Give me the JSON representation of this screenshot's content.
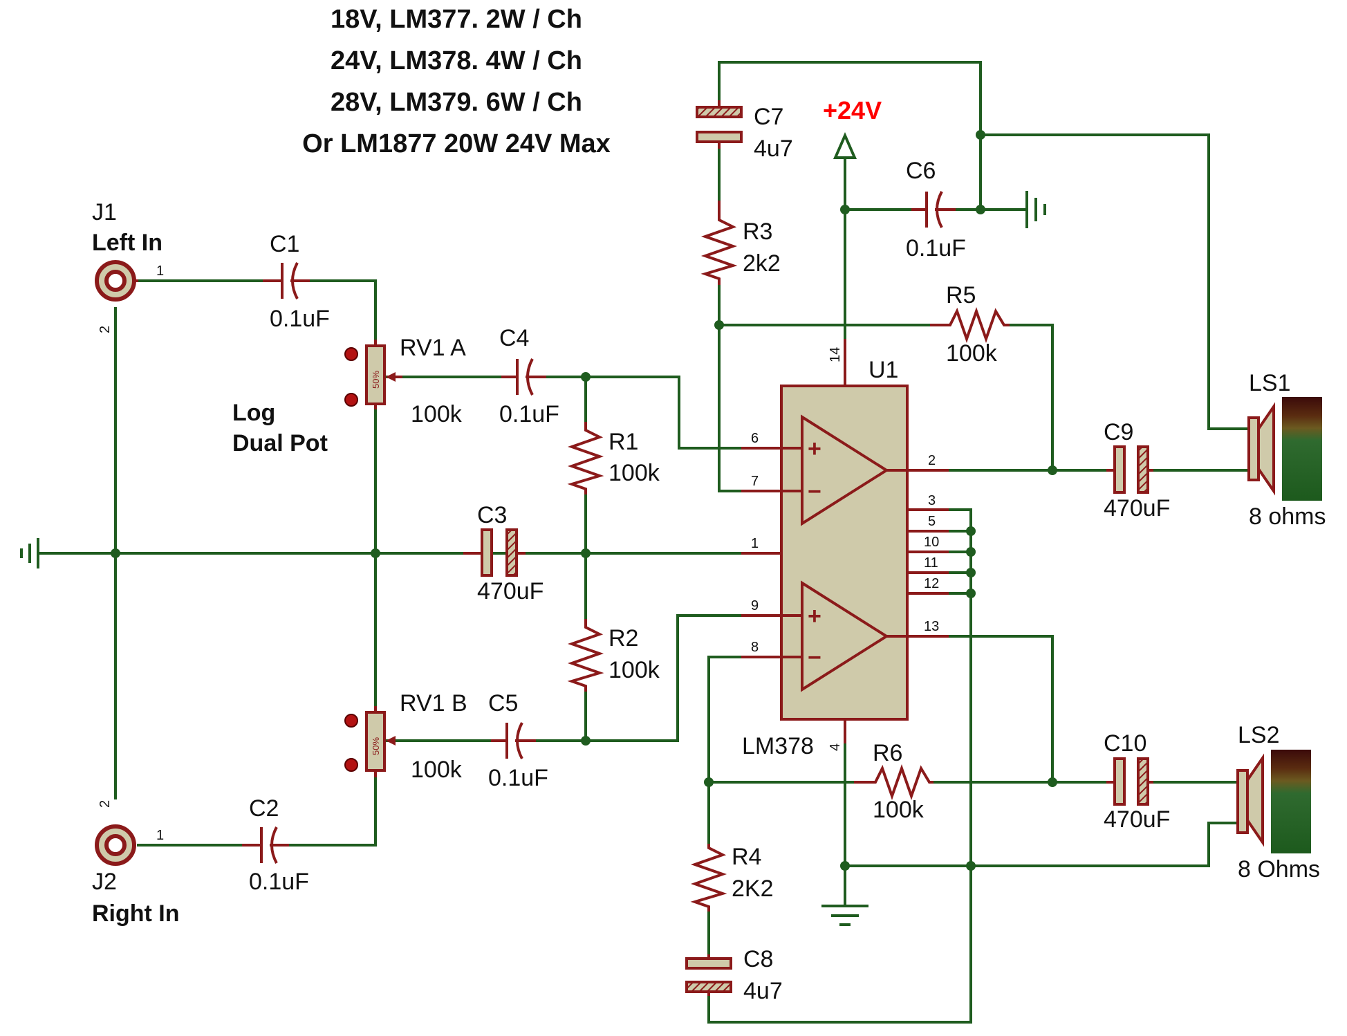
{
  "notes": [
    "18V, LM377. 2W / Ch",
    "24V, LM378. 4W / Ch",
    "28V, LM379. 6W / Ch",
    "Or LM1877 20W 24V Max"
  ],
  "power_label": "+24V",
  "pot_note": [
    "Log",
    "Dual Pot"
  ],
  "colors": {
    "wire": "#1f5c1f",
    "component": "#8b1a1a",
    "fill": "#cfcaaa",
    "power": "#ff0000"
  },
  "components": {
    "J1": {
      "ref": "J1",
      "desc": "Left In"
    },
    "J2": {
      "ref": "J2",
      "desc": "Right In"
    },
    "C1": {
      "ref": "C1",
      "value": "0.1uF"
    },
    "C2": {
      "ref": "C2",
      "value": "0.1uF"
    },
    "C3": {
      "ref": "C3",
      "value": "470uF"
    },
    "C4": {
      "ref": "C4",
      "value": "0.1uF"
    },
    "C5": {
      "ref": "C5",
      "value": "0.1uF"
    },
    "C6": {
      "ref": "C6",
      "value": "0.1uF"
    },
    "C7": {
      "ref": "C7",
      "value": "4u7"
    },
    "C8": {
      "ref": "C8",
      "value": "4u7"
    },
    "C9": {
      "ref": "C9",
      "value": "470uF"
    },
    "C10": {
      "ref": "C10",
      "value": "470uF"
    },
    "R1": {
      "ref": "R1",
      "value": "100k"
    },
    "R2": {
      "ref": "R2",
      "value": "100k"
    },
    "R3": {
      "ref": "R3",
      "value": "2k2"
    },
    "R4": {
      "ref": "R4",
      "value": "2K2"
    },
    "R5": {
      "ref": "R5",
      "value": "100k"
    },
    "R6": {
      "ref": "R6",
      "value": "100k"
    },
    "RV1A": {
      "ref": "RV1 A",
      "value": "100k",
      "wiper": "50%"
    },
    "RV1B": {
      "ref": "RV1 B",
      "value": "100k",
      "wiper": "50%"
    },
    "U1": {
      "ref": "U1",
      "value": "LM378"
    },
    "LS1": {
      "ref": "LS1",
      "value": "8 ohms"
    },
    "LS2": {
      "ref": "LS2",
      "value": "8 Ohms"
    }
  },
  "pins": {
    "j1_p1": "1",
    "j1_p2": "2",
    "j2_p1": "1",
    "j2_p2": "2",
    "u_p14": "14",
    "u_p6": "6",
    "u_p7": "7",
    "u_p1": "1",
    "u_p9": "9",
    "u_p8": "8",
    "u_p2": "2",
    "u_p3": "3",
    "u_p5": "5",
    "u_p10": "10",
    "u_p11": "11",
    "u_p12": "12",
    "u_p13": "13",
    "u_p4": "4"
  },
  "opamp_symbols": {
    "plus": "+",
    "minus": "−"
  }
}
